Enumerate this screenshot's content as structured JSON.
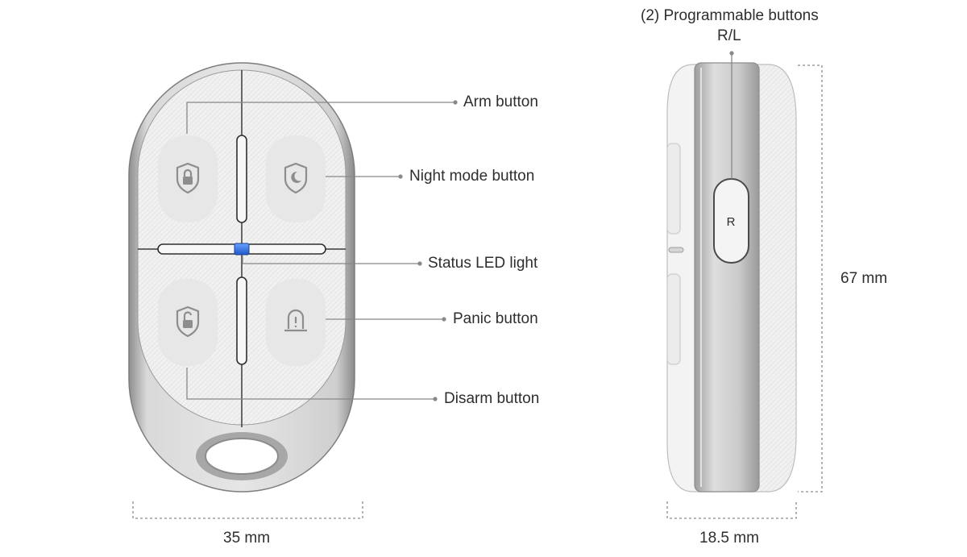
{
  "callouts": {
    "arm": "Arm button",
    "night": "Night mode button",
    "led": "Status LED light",
    "panic": "Panic button",
    "disarm": "Disarm button",
    "programmable_line1": "(2) Programmable buttons",
    "programmable_line2": "R/L"
  },
  "dimensions": {
    "width": "35 mm",
    "depth": "18.5 mm",
    "height": "67 mm"
  },
  "side_button": {
    "label": "R"
  },
  "icons": {
    "arm": "shield-lock-closed-icon",
    "night": "shield-moon-icon",
    "disarm": "shield-lock-open-icon",
    "panic": "siren-alert-icon"
  },
  "colors": {
    "led": "#2f6fe0",
    "shell": "#b9b9b9",
    "face": "#f1f1f1",
    "line": "#8a8a8a"
  }
}
